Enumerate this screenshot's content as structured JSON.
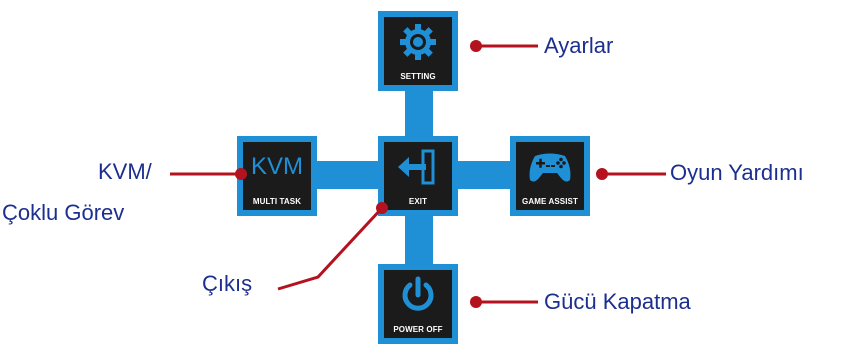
{
  "tiles": {
    "setting": {
      "label": "SETTING",
      "icon": "gear-icon"
    },
    "multi_task": {
      "label": "MULTI TASK",
      "icon_text": "KVM"
    },
    "exit": {
      "label": "EXIT",
      "icon": "exit-door-icon"
    },
    "game_assist": {
      "label": "GAME ASSIST",
      "icon": "gamepad-icon"
    },
    "power_off": {
      "label": "POWER OFF",
      "icon": "power-icon"
    }
  },
  "callouts": {
    "settings": "Ayarlar",
    "kvm_line1": "KVM/",
    "kvm_line2": "Çoklu Görev",
    "game": "Oyun Yardımı",
    "exit": "Çıkış",
    "power": "Gücü Kapatma"
  },
  "colors": {
    "tile_border": "#1f8fd6",
    "tile_fill": "#1b1b1b",
    "callout_text": "#1c2f8f",
    "leader_line": "#b3121e"
  }
}
